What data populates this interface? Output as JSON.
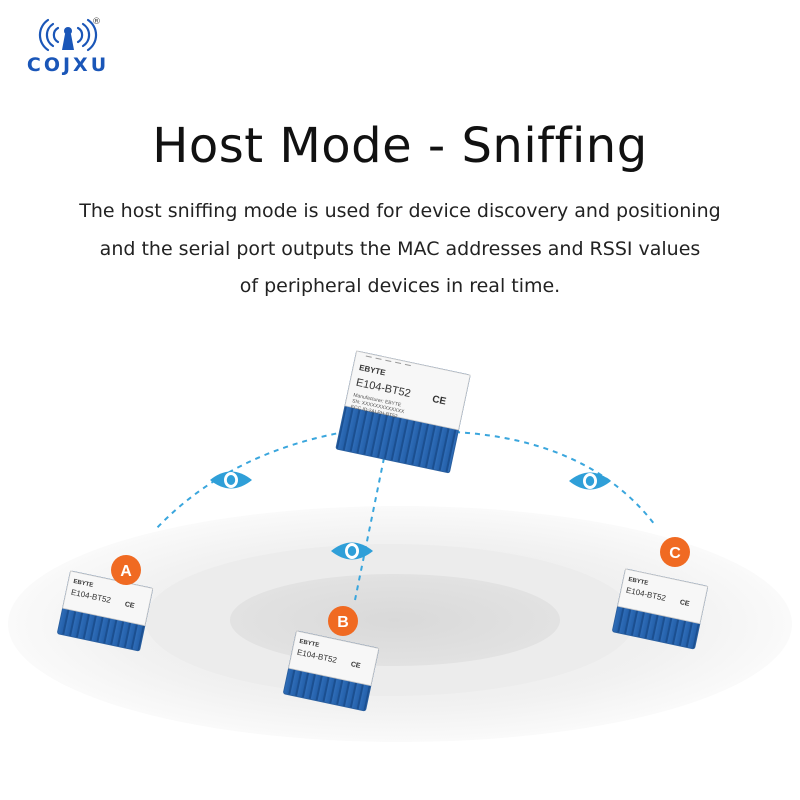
{
  "brand": {
    "name": "COJXU",
    "registered": "®"
  },
  "title": "Host Mode - Sniffing",
  "description": [
    "The host sniffing mode is used for device discovery and positioning",
    "and the serial port outputs the MAC addresses and RSSI values",
    "of peripheral devices in real time."
  ],
  "modules": {
    "host": {
      "maker": "EBYTE",
      "model": "E104-BT52",
      "mark": "CE",
      "lines": [
        "Manufacturer: EBYTE",
        "SN: XXXXXXXXXXXXX",
        "FCC ID:2ALPH-BT52"
      ]
    },
    "peripherals": [
      {
        "badge": "A",
        "maker": "EBYTE",
        "model": "E104-BT52",
        "mark": "CE"
      },
      {
        "badge": "B",
        "maker": "EBYTE",
        "model": "E104-BT52",
        "mark": "CE"
      },
      {
        "badge": "C",
        "maker": "EBYTE",
        "model": "E104-BT52",
        "mark": "CE"
      }
    ]
  },
  "colors": {
    "brand": "#1a56b8",
    "eye": "#2f9fd8",
    "badge": "#f06a22",
    "module_blue": "#2a66b0",
    "dashed_line": "#3aa6dd"
  }
}
